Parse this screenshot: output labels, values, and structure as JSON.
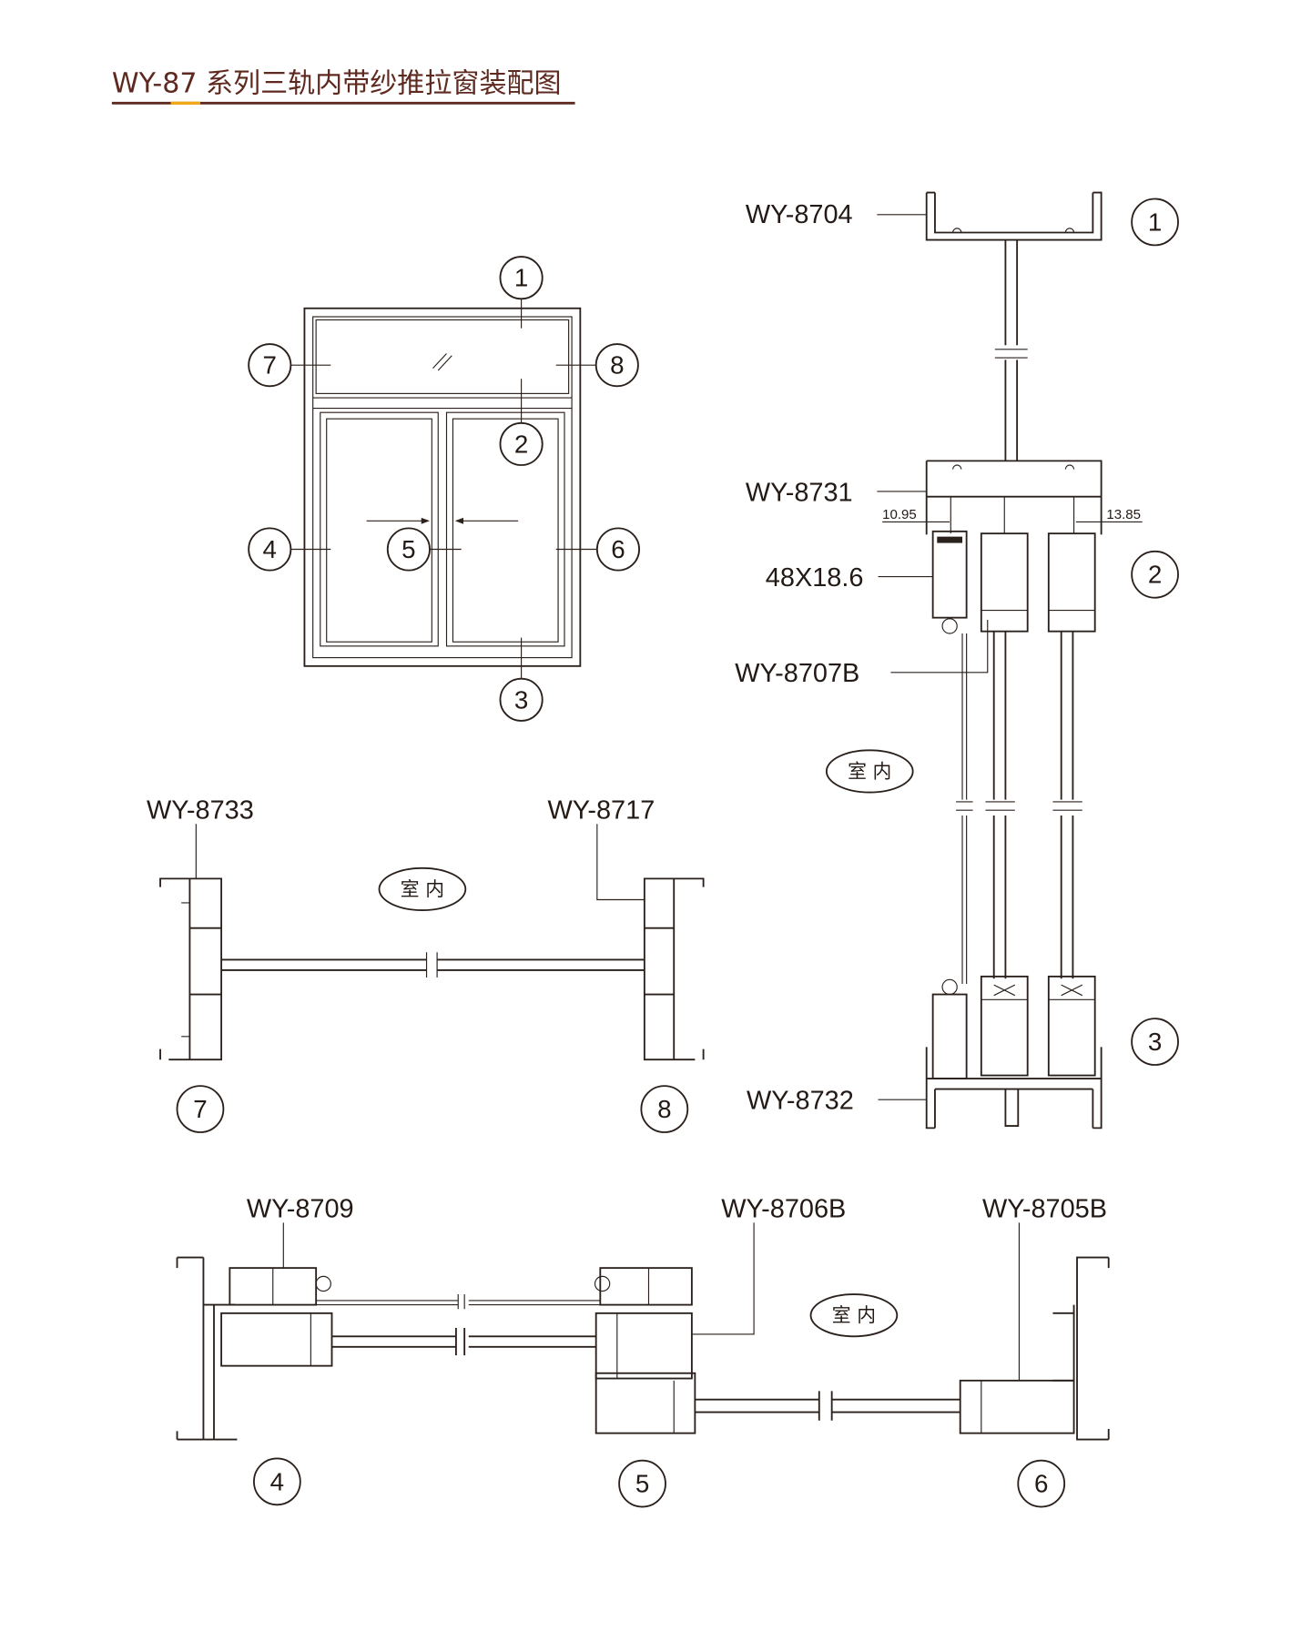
{
  "title": "WY-87 系列三轨内带纱推拉窗装配图",
  "colors": {
    "title": "#5e2a20",
    "accent": "#f0a818",
    "line": "#2b211c"
  },
  "elevation": {
    "callouts": [
      "1",
      "2",
      "3",
      "4",
      "5",
      "6",
      "7",
      "8"
    ]
  },
  "vertical_section": {
    "labels": {
      "head": "WY-8704",
      "transom": "WY-8731",
      "screen": "48X18.6",
      "sash": "WY-8707B",
      "sill": "WY-8732"
    },
    "dims": {
      "left": "10.95",
      "right": "13.85"
    },
    "interior": "室 内",
    "callouts": [
      "1",
      "2",
      "3"
    ]
  },
  "transom_section": {
    "labels": {
      "left": "WY-8733",
      "right": "WY-8717"
    },
    "interior": "室 内",
    "callouts": [
      "7",
      "8"
    ]
  },
  "horizontal_section": {
    "labels": {
      "left": "WY-8709",
      "middle": "WY-8706B",
      "right": "WY-8705B"
    },
    "interior": "室 内",
    "callouts": [
      "4",
      "5",
      "6"
    ]
  }
}
